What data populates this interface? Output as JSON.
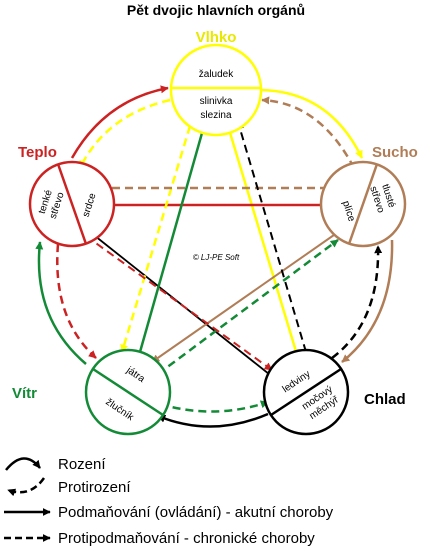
{
  "title": "Pět dvojic hlavních orgánů",
  "elements": {
    "vlhko": {
      "name": "Vlhko",
      "organ_top": "žaludek",
      "organ_bottom_1": "slinivka",
      "organ_bottom_2": "slezina",
      "color": "#ffff00",
      "label_color": "#e8e800"
    },
    "teplo": {
      "name": "Teplo",
      "organ_a_1": "tenké",
      "organ_a_2": "střevo",
      "organ_b": "srdce",
      "color": "#cc2222"
    },
    "sucho": {
      "name": "Sucho",
      "organ_a_1": "tlusté",
      "organ_a_2": "střevo",
      "organ_b": "plíce",
      "color": "#b07d56"
    },
    "vitr": {
      "name": "Vítr",
      "organ_a": "játra",
      "organ_b": "žlučník",
      "color": "#138a36"
    },
    "chlad": {
      "name": "Chlad",
      "organ_a": "ledviny",
      "organ_b_1": "močový",
      "organ_b_2": "měchýř",
      "color": "#000000"
    }
  },
  "copyright": "© LJ-PE Soft",
  "legend": {
    "rozeni": "Rození",
    "protirozeni": "Protirození",
    "podmanovani": "Podmaňování (ovládání) - akutní choroby",
    "protipodmanovani": "Protipodmaňování - chronické choroby"
  }
}
